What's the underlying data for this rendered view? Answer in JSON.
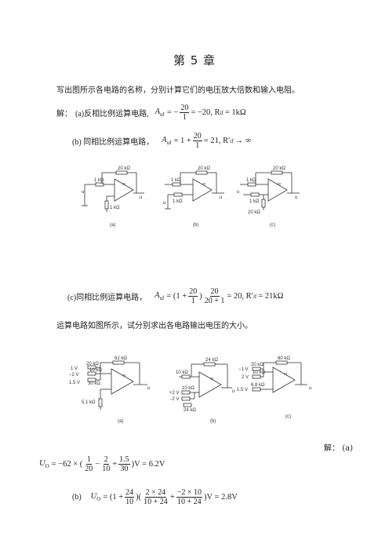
{
  "chapter_title": "第 5 章",
  "q1": {
    "prompt": "写出图所示各电路的名称，分别计算它们的电压放大倍数和输入电阻。",
    "answer_label": "解：",
    "a_label": "(a)反相比例运算电路,",
    "a_lhs": "A",
    "a_sub": "uf",
    "a_eq1": "= −",
    "a_num": "20",
    "a_den": "1",
    "a_tail": "= −20, R",
    "a_rsub": "if",
    "a_rval": "= 1kΩ",
    "b_label": "(b) 同相比例运算电路，",
    "b_lhs": "A",
    "b_sub": "uf",
    "b_eq1": "= 1 +",
    "b_num": "20",
    "b_den": "1",
    "b_tail": "= 21, R′",
    "b_rsub": "if",
    "b_rval": "→ ∞",
    "c_label": "(c)同相比例运算电路，",
    "c_lhs": "A",
    "c_sub": "uf",
    "c_eq1": "= (1 +",
    "c_num1": "20",
    "c_den1": "1",
    "c_mid": ")",
    "c_num2": "20",
    "c_den2": "20 + 1",
    "c_tail": "= 20, R′",
    "c_rsub": "if",
    "c_rval": "= 21kΩ"
  },
  "fig1": {
    "a": {
      "label": "(a)",
      "rf": "20 kΩ",
      "r1": "1 kΩ",
      "r2": "1 kΩ",
      "in": "u",
      "in_sub": "I",
      "out": "u",
      "out_sub": "O"
    },
    "b": {
      "label": "(b)",
      "rf": "20 kΩ",
      "r1": "1 kΩ",
      "r2": "1 kΩ",
      "in": "u",
      "in_sub": "I",
      "out": "u",
      "out_sub": "O"
    },
    "c": {
      "label": "(c)",
      "rf": "20 kΩ",
      "r1": "1 kΩ",
      "r2": "1 kΩ",
      "r3": "20 kΩ",
      "in": "u",
      "in_sub": "I",
      "out": "u",
      "out_sub": "O"
    },
    "inf": "∞",
    "tri": "▷"
  },
  "q2": {
    "prompt": "运算电路如图所示，试分别求出各电路输出电压的大小。",
    "answer_label": "解：  (a)",
    "a_lhs": "U",
    "a_sub": "O",
    "a_eq1": "= −62 × (",
    "a_n1": "1",
    "a_d1": "20",
    "a_op1": "−",
    "a_n2": "2",
    "a_d2": "10",
    "a_op2": "+",
    "a_n3": "1.5",
    "a_d3": "30",
    "a_tail": ")V = 6.2V",
    "b_label": "(b)",
    "b_lhs": "U",
    "b_sub": "O",
    "b_eq1": "= (1 +",
    "b_n1": "24",
    "b_d1": "10",
    "b_mid": ")(",
    "b_n2": "2 × 24",
    "b_d2": "10 + 24",
    "b_op": "+",
    "b_n3": "−2 × 10",
    "b_d3": "10 + 24",
    "b_tail": ")V = 2.8V"
  },
  "fig2": {
    "a": {
      "label": "(a)",
      "rf": "62 kΩ",
      "r1": "20 kΩ",
      "r2": "10 kΩ",
      "r3": "30 kΩ",
      "r4": "5.1 kΩ",
      "v1": "1 V",
      "v2": "−2 V",
      "v3": "1.5 V",
      "out": "u",
      "out_sub": "O"
    },
    "b": {
      "label": "(b)",
      "rf": "24 kΩ",
      "r1": "10 kΩ",
      "r2": "10 kΩ",
      "r3": "24 kΩ",
      "v1": "+2 V",
      "v2": "−2 V",
      "out": "u",
      "out_sub": "O"
    },
    "c": {
      "label": "(c)",
      "rf": "60 kΩ",
      "r1": "20 kΩ",
      "r2": "10 kΩ",
      "r3": "6.8 kΩ",
      "v1": "−1 V",
      "v2": "2 V",
      "v3": "1.5 V",
      "out": "u",
      "out_sub": "O"
    }
  }
}
